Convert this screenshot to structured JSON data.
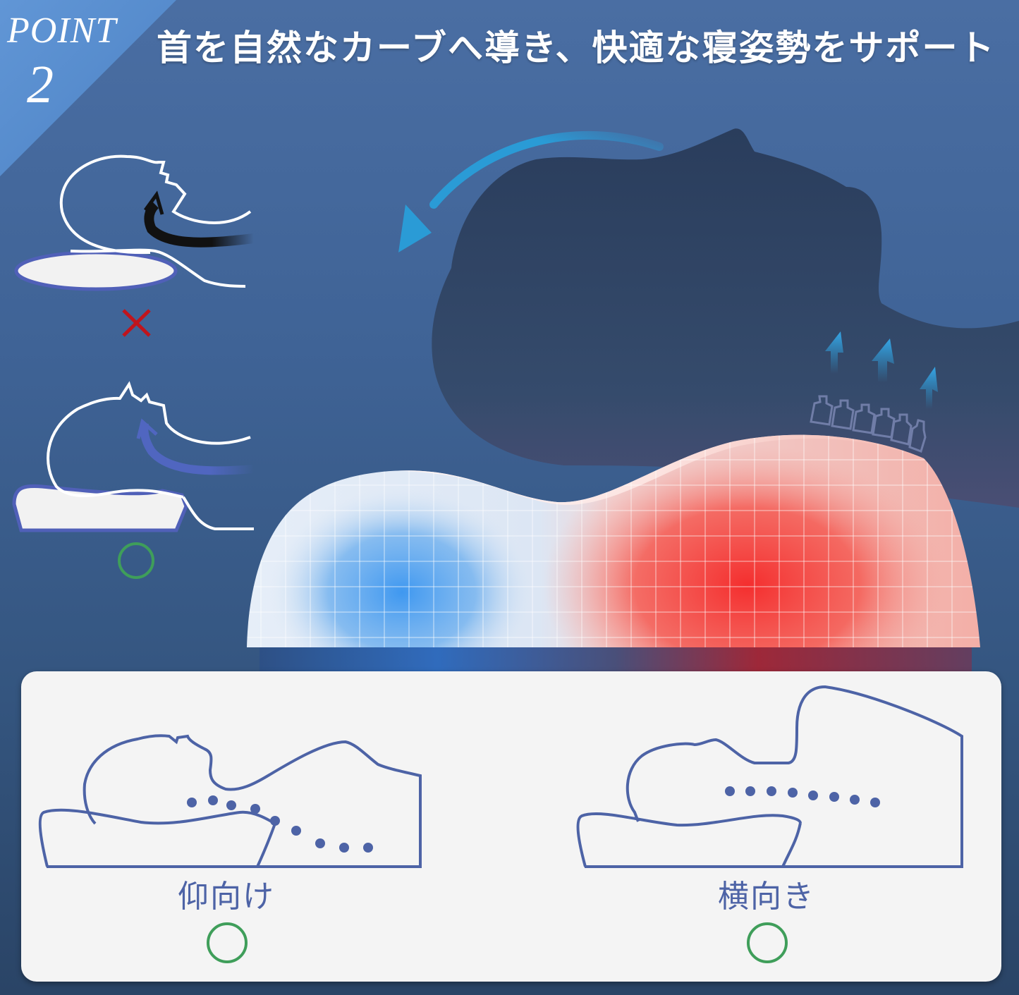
{
  "badge": {
    "label": "POINT",
    "number": "2"
  },
  "headline": "首を自然なカーブへ導き、快適な寝姿勢をサポート",
  "comparison": [
    {
      "pillow": "flat-pillow",
      "result": "bad",
      "mark": "×",
      "color": "#c0141c"
    },
    {
      "pillow": "contoured-pillow",
      "result": "good",
      "mark": "○",
      "color": "#3f9e5a"
    }
  ],
  "heat_map": {
    "cool_zone_color": "#3f98f0",
    "warm_zone_color": "#f42e2e"
  },
  "postures": [
    {
      "label": "仰向け",
      "mark": "○"
    },
    {
      "label": "横向き",
      "mark": "○"
    }
  ],
  "colors": {
    "badge_blue": "#5b8fd0",
    "background_blue": "#3f6396",
    "silhouette": "#2d4262",
    "panel_bg": "#f4f4f4",
    "outline_blue": "#4d63a6",
    "ok_green": "#3f9e5a",
    "ng_red": "#c0141c",
    "arrow_cyan": "#2a9bd6"
  }
}
